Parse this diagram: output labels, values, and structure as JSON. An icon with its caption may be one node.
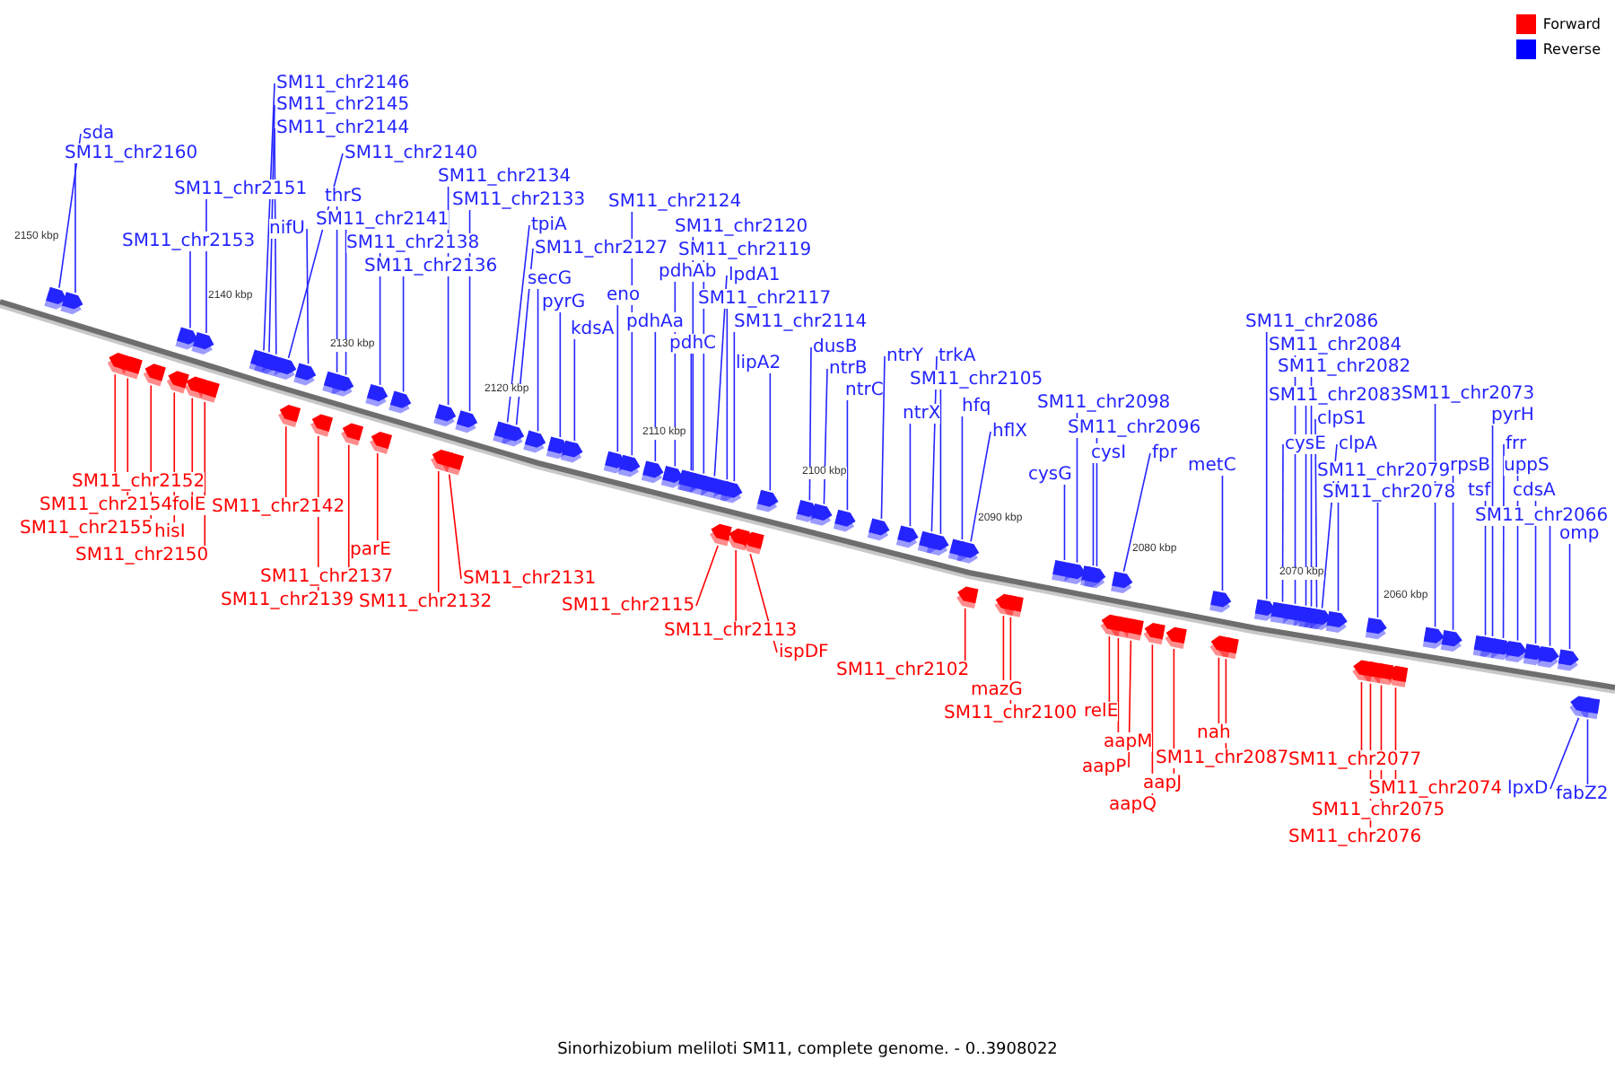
{
  "diagram": {
    "caption": "Sinorhizobium meliloti SM11, complete genome. - 0..3908022",
    "nodes": [
      {
        "text": [
          "SM11_chr2146"
        ]
      },
      {
        "text": [
          "SM11_chr2145"
        ]
      },
      {
        "text": [
          "SM11_chr2144"
        ]
      },
      {
        "text": [
          "sda"
        ]
      },
      {
        "text": [
          "SM11_chr2160"
        ]
      },
      {
        "text": [
          "SM11_chr2140"
        ]
      },
      {
        "text": [
          "SM11_chr2134"
        ]
      },
      {
        "text": [
          "SM11_chr2151"
        ]
      },
      {
        "text": [
          "thrS"
        ]
      },
      {
        "text": [
          "SM11_chr2133"
        ]
      },
      {
        "text": [
          "SM11_chr2124"
        ]
      },
      {
        "text": [
          "SM11_chr2141"
        ]
      },
      {
        "text": [
          "tpiA"
        ]
      },
      {
        "text": [
          "SM11_chr2120"
        ]
      },
      {
        "text": [
          "nifU"
        ]
      },
      {
        "text": [
          "SM11_chr2153"
        ]
      },
      {
        "text": [
          "SM11_chr2138"
        ]
      },
      {
        "text": [
          "SM11_chr2127"
        ]
      },
      {
        "text": [
          "SM11_chr2119"
        ]
      },
      {
        "text": [
          "SM11_chr2136"
        ]
      },
      {
        "text": [
          "pdhAb"
        ]
      },
      {
        "text": [
          "lpdA1"
        ]
      },
      {
        "text": [
          "secG"
        ]
      },
      {
        "text": [
          "eno"
        ]
      },
      {
        "text": [
          "SM11_chr2117"
        ]
      },
      {
        "text": [
          "pyrG"
        ]
      },
      {
        "text": [
          "pdhAa"
        ]
      },
      {
        "text": [
          "SM11_chr2114"
        ]
      },
      {
        "text": [
          "SM11_chr2086"
        ]
      },
      {
        "text": [
          "kdsA"
        ]
      },
      {
        "text": [
          "pdhC"
        ]
      },
      {
        "text": [
          "SM11_chr2084"
        ]
      },
      {
        "text": [
          "dusB"
        ]
      },
      {
        "text": [
          "ntrY"
        ]
      },
      {
        "text": [
          "trkA"
        ]
      },
      {
        "text": [
          "lipA2"
        ]
      },
      {
        "text": [
          "SM11_chr2082"
        ]
      },
      {
        "text": [
          "ntrB"
        ]
      },
      {
        "text": [
          "SM11_chr2105"
        ]
      },
      {
        "text": [
          "ntrC"
        ]
      },
      {
        "text": [
          "SM11_chr2073"
        ]
      },
      {
        "text": [
          "SM11_chr2083"
        ]
      },
      {
        "text": [
          "SM11_chr2098"
        ]
      },
      {
        "text": [
          "hfq"
        ]
      },
      {
        "text": [
          "ntrX"
        ]
      },
      {
        "text": [
          "pyrH"
        ]
      },
      {
        "text": [
          "clpS1"
        ]
      },
      {
        "text": [
          "SM11_chr2096"
        ]
      },
      {
        "text": [
          "hflX"
        ]
      },
      {
        "text": [
          "cysE"
        ]
      },
      {
        "text": [
          "clpA"
        ]
      },
      {
        "text": [
          "frr"
        ]
      },
      {
        "text": [
          "cysI"
        ]
      },
      {
        "text": [
          "fpr"
        ]
      },
      {
        "text": [
          "metC"
        ]
      },
      {
        "text": [
          "rpsB"
        ]
      },
      {
        "text": [
          "uppS"
        ]
      },
      {
        "text": [
          "SM11_chr2079"
        ]
      },
      {
        "text": [
          "cysG"
        ]
      },
      {
        "text": [
          "tsf"
        ]
      },
      {
        "text": [
          "cdsA"
        ]
      },
      {
        "text": [
          "SM11_chr2078"
        ]
      },
      {
        "text": [
          "SM11_chr2066"
        ]
      },
      {
        "text": [
          "omp"
        ]
      },
      {
        "text": [
          "SM11_chr2152"
        ]
      },
      {
        "text": [
          "SM11_chr2154"
        ]
      },
      {
        "text": [
          "folE"
        ]
      },
      {
        "text": [
          "SM11_chr2142"
        ]
      },
      {
        "text": [
          "SM11_chr2155"
        ]
      },
      {
        "text": [
          "hisI"
        ]
      },
      {
        "text": [
          "parE"
        ]
      },
      {
        "text": [
          "SM11_chr2150"
        ]
      },
      {
        "text": [
          "SM11_chr2137"
        ]
      },
      {
        "text": [
          "SM11_chr2131"
        ]
      },
      {
        "text": [
          "SM11_chr2139"
        ]
      },
      {
        "text": [
          "SM11_chr2132"
        ]
      },
      {
        "text": [
          "SM11_chr2115"
        ]
      },
      {
        "text": [
          "SM11_chr2113"
        ]
      },
      {
        "text": [
          "ispDF"
        ]
      },
      {
        "text": [
          "SM11_chr2102"
        ]
      },
      {
        "text": [
          "mazG"
        ]
      },
      {
        "text": [
          "relE"
        ]
      },
      {
        "text": [
          "SM11_chr2100"
        ]
      },
      {
        "text": [
          "nah"
        ]
      },
      {
        "text": [
          "aapM"
        ]
      },
      {
        "text": [
          "SM11_chr2087"
        ]
      },
      {
        "text": [
          "SM11_chr2077"
        ]
      },
      {
        "text": [
          "aapP"
        ]
      },
      {
        "text": [
          "aapJ"
        ]
      },
      {
        "text": [
          "SM11_chr2074"
        ]
      },
      {
        "text": [
          "lpxD"
        ]
      },
      {
        "text": [
          "fabZ2"
        ]
      },
      {
        "text": [
          "aapQ"
        ]
      },
      {
        "text": [
          "SM11_chr2075"
        ]
      },
      {
        "text": [
          "SM11_chr2076"
        ]
      },
      {
        "text": [],
        "shape": "box"
      },
      {
        "text": [],
        "shape": "box"
      },
      {
        "text": [],
        "shape": "box"
      },
      {
        "text": [],
        "shape": "box"
      },
      {
        "text": [],
        "shape": "box"
      },
      {
        "text": [],
        "shape": "box"
      },
      {
        "text": [],
        "shape": "box"
      },
      {
        "text": [],
        "shape": "box"
      },
      {
        "text": [],
        "shape": "box"
      },
      {
        "text": [],
        "shape": "box"
      },
      {
        "text": [],
        "shape": "box"
      },
      {
        "text": [],
        "shape": "box"
      },
      {
        "text": [],
        "shape": "box"
      },
      {
        "text": [],
        "shape": "box"
      },
      {
        "text": [],
        "shape": "box"
      },
      {
        "text": [],
        "shape": "box"
      },
      {
        "text": [],
        "shape": "box"
      },
      {
        "text": [],
        "shape": "box"
      },
      {
        "text": [],
        "shape": "box"
      },
      {
        "text": [],
        "shape": "box"
      },
      {
        "text": [],
        "shape": "box"
      },
      {
        "text": [],
        "shape": "box"
      },
      {
        "text": [],
        "shape": "box"
      },
      {
        "text": [],
        "shape": "box"
      },
      {
        "text": [],
        "shape": "box"
      },
      {
        "text": [],
        "shape": "box"
      },
      {
        "text": [],
        "shape": "box"
      },
      {
        "text": [],
        "shape": "box"
      },
      {
        "text": [],
        "shape": "box"
      },
      {
        "text": [],
        "shape": "box"
      },
      {
        "text": [],
        "shape": "box"
      },
      {
        "text": [],
        "shape": "box"
      },
      {
        "text": [],
        "shape": "box"
      },
      {
        "text": [],
        "shape": "box"
      },
      {
        "text": [],
        "shape": "box"
      },
      {
        "text": [],
        "shape": "box"
      },
      {
        "text": [],
        "shape": "box"
      },
      {
        "text": [],
        "shape": "box"
      },
      {
        "text": [],
        "shape": "box"
      },
      {
        "text": [],
        "shape": "box"
      },
      {
        "text": [],
        "shape": "box"
      },
      {
        "text": [],
        "shape": "box"
      },
      {
        "text": [],
        "shape": "box"
      },
      {
        "text": [],
        "shape": "box"
      },
      {
        "text": [],
        "shape": "box"
      },
      {
        "text": [],
        "shape": "box"
      },
      {
        "text": [],
        "shape": "box"
      },
      {
        "text": [],
        "shape": "box"
      },
      {
        "text": [],
        "shape": "box"
      },
      {
        "text": [],
        "shape": "box"
      },
      {
        "text": [],
        "shape": "box"
      },
      {
        "text": [],
        "shape": "box"
      },
      {
        "text": [],
        "shape": "box"
      },
      {
        "text": [],
        "shape": "box"
      },
      {
        "text": [],
        "shape": "box"
      },
      {
        "text": [],
        "shape": "box"
      },
      {
        "text": [],
        "shape": "box"
      },
      {
        "text": [],
        "shape": "box"
      },
      {
        "text": [],
        "shape": "box"
      },
      {
        "text": [],
        "shape": "box"
      },
      {
        "text": [],
        "shape": "box"
      },
      {
        "text": [],
        "shape": "box"
      },
      {
        "text": [],
        "shape": "box"
      },
      {
        "text": [],
        "shape": "box"
      },
      {
        "text": [],
        "shape": "box"
      },
      {
        "text": [],
        "shape": "box"
      },
      {
        "text": [],
        "shape": "box"
      },
      {
        "text": [],
        "shape": "box"
      },
      {
        "text": [],
        "shape": "box"
      },
      {
        "text": [],
        "shape": "box"
      },
      {
        "text": [],
        "shape": "box"
      },
      {
        "text": [],
        "shape": "box"
      },
      {
        "text": [],
        "shape": "box"
      },
      {
        "text": [],
        "shape": "box"
      },
      {
        "text": [],
        "shape": "box"
      },
      {
        "text": [],
        "shape": "box"
      },
      {
        "text": [],
        "shape": "box"
      },
      {
        "text": [],
        "shape": "box"
      },
      {
        "text": [],
        "shape": "box"
      },
      {
        "text": [],
        "shape": "box"
      },
      {
        "text": [],
        "shape": "box"
      },
      {
        "text": [],
        "shape": "box"
      },
      {
        "text": [],
        "shape": "box"
      },
      {
        "text": [],
        "shape": "box"
      },
      {
        "text": [],
        "shape": "box"
      },
      {
        "text": [],
        "shape": "box"
      },
      {
        "text": [],
        "shape": "box"
      },
      {
        "text": [],
        "shape": "box"
      },
      {
        "text": [],
        "shape": "box"
      },
      {
        "text": [],
        "shape": "box"
      },
      {
        "text": [],
        "shape": "box"
      },
      {
        "text": [],
        "shape": "box"
      },
      {
        "text": [],
        "shape": "box"
      },
      {
        "text": [],
        "shape": "box"
      },
      {
        "text": [],
        "shape": "box"
      }
    ],
    "edges": [
      {
        "from": 3,
        "to": 95,
        "arrow": "none"
      },
      {
        "from": 4,
        "to": 96,
        "arrow": "none"
      },
      {
        "from": 64,
        "to": 97,
        "arrow": "none",
        "color": "#ff0000"
      },
      {
        "from": 65,
        "to": 98,
        "arrow": "none",
        "color": "#ff0000"
      },
      {
        "from": 68,
        "to": 99,
        "arrow": "none",
        "color": "#ff0000"
      },
      {
        "from": 15,
        "to": 100,
        "arrow": "none"
      },
      {
        "from": 69,
        "to": 101,
        "arrow": "none",
        "color": "#ff0000"
      },
      {
        "from": 7,
        "to": 102,
        "arrow": "none"
      },
      {
        "from": 66,
        "to": 103,
        "arrow": "none",
        "color": "#ff0000"
      },
      {
        "from": 71,
        "to": 104,
        "arrow": "none",
        "color": "#ff0000"
      },
      {
        "from": 0,
        "to": 105,
        "arrow": "none"
      },
      {
        "from": 1,
        "to": 106,
        "arrow": "none"
      },
      {
        "from": 2,
        "to": 107,
        "arrow": "none"
      },
      {
        "from": 5,
        "to": 108,
        "arrow": "none"
      },
      {
        "from": 67,
        "to": 109,
        "arrow": "none",
        "color": "#ff0000"
      },
      {
        "from": 14,
        "to": 110,
        "arrow": "none"
      },
      {
        "from": 8,
        "to": 111,
        "arrow": "none"
      },
      {
        "from": 74,
        "to": 112,
        "arrow": "none",
        "color": "#ff0000"
      },
      {
        "from": 11,
        "to": 113,
        "arrow": "none"
      },
      {
        "from": 72,
        "to": 114,
        "arrow": "none",
        "color": "#ff0000"
      },
      {
        "from": 16,
        "to": 115,
        "arrow": "none"
      },
      {
        "from": 70,
        "to": 116,
        "arrow": "none",
        "color": "#ff0000"
      },
      {
        "from": 19,
        "to": 117,
        "arrow": "none"
      },
      {
        "from": 6,
        "to": 118,
        "arrow": "none"
      },
      {
        "from": 75,
        "to": 119,
        "arrow": "none",
        "color": "#ff0000"
      },
      {
        "from": 73,
        "to": 120,
        "arrow": "none",
        "color": "#ff0000"
      },
      {
        "from": 9,
        "to": 121,
        "arrow": "none"
      },
      {
        "from": 12,
        "to": 122,
        "arrow": "none"
      },
      {
        "from": 17,
        "to": 123,
        "arrow": "none"
      },
      {
        "from": 22,
        "to": 124,
        "arrow": "none"
      },
      {
        "from": 25,
        "to": 125,
        "arrow": "none"
      },
      {
        "from": 29,
        "to": 126,
        "arrow": "none"
      },
      {
        "from": 23,
        "to": 127,
        "arrow": "none"
      },
      {
        "from": 10,
        "to": 128,
        "arrow": "none"
      },
      {
        "from": 26,
        "to": 129,
        "arrow": "none"
      },
      {
        "from": 20,
        "to": 130,
        "arrow": "none"
      },
      {
        "from": 30,
        "to": 131,
        "arrow": "none"
      },
      {
        "from": 13,
        "to": 132,
        "arrow": "none"
      },
      {
        "from": 18,
        "to": 133,
        "arrow": "none"
      },
      {
        "from": 21,
        "to": 134,
        "arrow": "none"
      },
      {
        "from": 24,
        "to": 135,
        "arrow": "none"
      },
      {
        "from": 27,
        "to": 136,
        "arrow": "none"
      },
      {
        "from": 76,
        "to": 137,
        "arrow": "none",
        "color": "#ff0000"
      },
      {
        "from": 77,
        "to": 138,
        "arrow": "none",
        "color": "#ff0000"
      },
      {
        "from": 78,
        "to": 139,
        "arrow": "none",
        "color": "#ff0000"
      },
      {
        "from": 35,
        "to": 140,
        "arrow": "none"
      },
      {
        "from": 32,
        "to": 141,
        "arrow": "none"
      },
      {
        "from": 37,
        "to": 142,
        "arrow": "none"
      },
      {
        "from": 39,
        "to": 143,
        "arrow": "none"
      },
      {
        "from": 33,
        "to": 144,
        "arrow": "none"
      },
      {
        "from": 44,
        "to": 145,
        "arrow": "none"
      },
      {
        "from": 34,
        "to": 146,
        "arrow": "none"
      },
      {
        "from": 38,
        "to": 147,
        "arrow": "none"
      },
      {
        "from": 43,
        "to": 148,
        "arrow": "none"
      },
      {
        "from": 48,
        "to": 149,
        "arrow": "none"
      },
      {
        "from": 79,
        "to": 150,
        "arrow": "none",
        "color": "#ff0000"
      },
      {
        "from": 80,
        "to": 151,
        "arrow": "none",
        "color": "#ff0000"
      },
      {
        "from": 82,
        "to": 152,
        "arrow": "none",
        "color": "#ff0000"
      },
      {
        "from": 58,
        "to": 153,
        "arrow": "none"
      },
      {
        "from": 42,
        "to": 154,
        "arrow": "none"
      },
      {
        "from": 52,
        "to": 155,
        "arrow": "none"
      },
      {
        "from": 47,
        "to": 156,
        "arrow": "none"
      },
      {
        "from": 81,
        "to": 157,
        "arrow": "none",
        "color": "#ff0000"
      },
      {
        "from": 53,
        "to": 158,
        "arrow": "none"
      },
      {
        "from": 84,
        "to": 159,
        "arrow": "none",
        "color": "#ff0000"
      },
      {
        "from": 87,
        "to": 160,
        "arrow": "none",
        "color": "#ff0000"
      },
      {
        "from": 92,
        "to": 161,
        "arrow": "none",
        "color": "#ff0000"
      },
      {
        "from": 88,
        "to": 162,
        "arrow": "none",
        "color": "#ff0000"
      },
      {
        "from": 54,
        "to": 163,
        "arrow": "none"
      },
      {
        "from": 83,
        "to": 164,
        "arrow": "none",
        "color": "#ff0000"
      },
      {
        "from": 85,
        "to": 165,
        "arrow": "none",
        "color": "#ff0000"
      },
      {
        "from": 28,
        "to": 166,
        "arrow": "none"
      },
      {
        "from": 49,
        "to": 167,
        "arrow": "none"
      },
      {
        "from": 31,
        "to": 168,
        "arrow": "none"
      },
      {
        "from": 41,
        "to": 169,
        "arrow": "none"
      },
      {
        "from": 36,
        "to": 170,
        "arrow": "none"
      },
      {
        "from": 46,
        "to": 171,
        "arrow": "none"
      },
      {
        "from": 50,
        "to": 172,
        "arrow": "none"
      },
      {
        "from": 57,
        "to": 173,
        "arrow": "none"
      },
      {
        "from": 86,
        "to": 174,
        "arrow": "none",
        "color": "#ff0000"
      },
      {
        "from": 61,
        "to": 175,
        "arrow": "none"
      },
      {
        "from": 94,
        "to": 176,
        "arrow": "none",
        "color": "#ff0000"
      },
      {
        "from": 93,
        "to": 177,
        "arrow": "none",
        "color": "#ff0000"
      },
      {
        "from": 89,
        "to": 178,
        "arrow": "none",
        "color": "#ff0000"
      },
      {
        "from": 40,
        "to": 179,
        "arrow": "none"
      },
      {
        "from": 55,
        "to": 180,
        "arrow": "none"
      },
      {
        "from": 59,
        "to": 181,
        "arrow": "none"
      },
      {
        "from": 45,
        "to": 182,
        "arrow": "none"
      },
      {
        "from": 51,
        "to": 183,
        "arrow": "none"
      },
      {
        "from": 56,
        "to": 184,
        "arrow": "none"
      },
      {
        "from": 60,
        "to": 185,
        "arrow": "none"
      },
      {
        "from": 62,
        "to": 186,
        "arrow": "none"
      },
      {
        "from": 63,
        "to": 187,
        "arrow": "none"
      },
      {
        "from": 90,
        "to": 188,
        "arrow": "none"
      },
      {
        "from": 91,
        "to": 189,
        "arrow": "none"
      }
    ],
    "labels": [
      "2150 kbp",
      "2140 kbp",
      "2130 kbp",
      "2120 kbp",
      "2110 kbp",
      "2100 kbp",
      "2090 kbp",
      "2080 kbp",
      "2070 kbp",
      "2060 kbp"
    ],
    "legend": [
      {
        "text": "Forward",
        "color": "#ff0000"
      },
      {
        "text": "Reverse",
        "color": "#0000ff"
      }
    ]
  }
}
